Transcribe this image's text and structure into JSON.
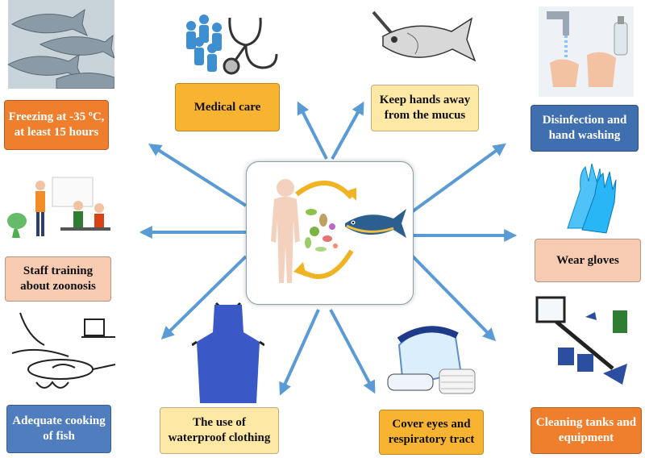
{
  "boxes": {
    "freezing": "Freezing at -35 ºC, at least 15 hours",
    "medical": "Medical care",
    "hands_mucus": "Keep hands away from the mucus",
    "disinfection": "Disinfection and hand washing",
    "training": "Staff training about zoonosis",
    "gloves": "Wear gloves",
    "cooking": "Adequate cooking of fish",
    "clothing": "The use of waterproof clothing",
    "eyes": "Cover eyes and respiratory tract",
    "cleaning": "Cleaning tanks and equipment"
  },
  "colors": {
    "orange": "#f07f2d",
    "blue": "#4f7dbd",
    "pink": "#f6cbb2",
    "yellow": "#f7c94a",
    "light_yellow": "#fde8a6",
    "arrow": "#5b9bd5"
  }
}
